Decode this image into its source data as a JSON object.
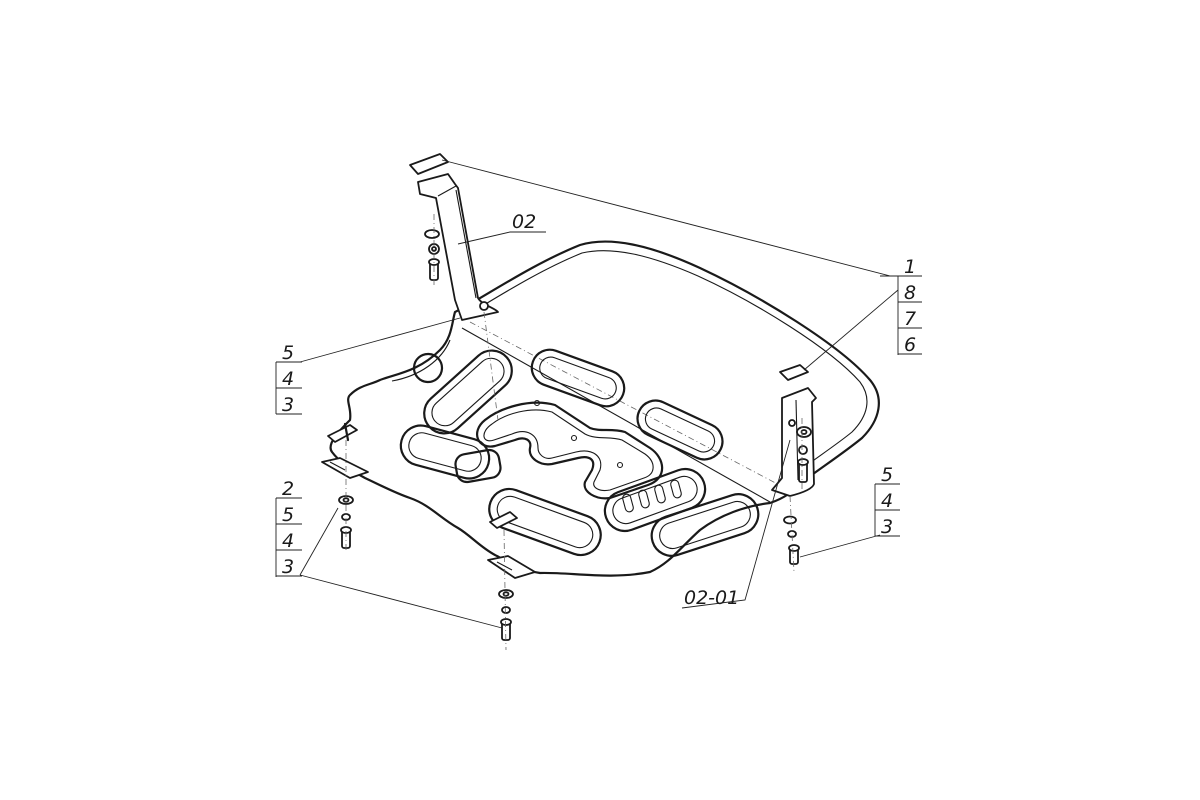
{
  "callouts": {
    "bracket_left": "02",
    "bracket_right": "02-01",
    "stack_right_top": [
      "1",
      "8",
      "7",
      "6"
    ],
    "stack_left_mid": [
      "5",
      "4",
      "3"
    ],
    "stack_left_bottom": [
      "2",
      "5",
      "4",
      "3"
    ],
    "stack_right_mid": [
      "5",
      "4",
      "3"
    ]
  }
}
